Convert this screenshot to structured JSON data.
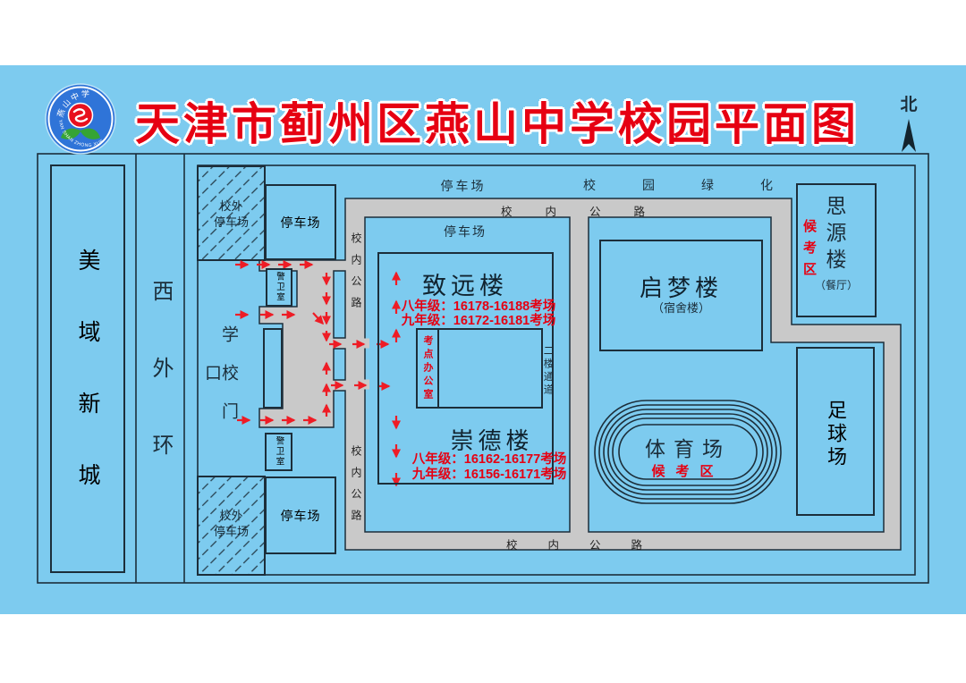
{
  "title": "天津市蓟州区燕山中学校园平面图",
  "compass": {
    "north_label": "北"
  },
  "logo": {
    "arc_top_text": "燕山中学",
    "arc_bottom_text": "YAN SHAN ZHONG XUE"
  },
  "colors": {
    "background": "#7dcbef",
    "road_gray": "#c9c9c9",
    "outline_ink": "#1c2e3a",
    "accent_red": "#e60012"
  },
  "surroundings": {
    "residential_block": "美域新城",
    "ring_road": "西外环"
  },
  "gate_area": {
    "school_gate": "学校门口",
    "guard_room_top": "警卫室",
    "guard_room_bottom": "警卫室"
  },
  "parking": {
    "external_top": "校外\n停车场",
    "external_bottom": "校外\n停车场",
    "lot_top": "停车场",
    "lot_bottom": "停车场",
    "lot_inner": "停车场",
    "band_lot": "停车场",
    "greenery": "校园绿化"
  },
  "roads": {
    "top": "校内公路",
    "left_upper": "校内公路",
    "left_lower": "校内公路",
    "bottom": "校内公路"
  },
  "buildings": {
    "zhiyuan": {
      "name": "致远楼",
      "grade8": "八年级：16178-16188考场",
      "grade9": "九年级：16172-16181考场"
    },
    "chongde": {
      "name": "崇德楼",
      "grade8": "八年级：16162-16177考场",
      "grade9": "九年级：16156-16171考场"
    },
    "exam_office": "考点办公室",
    "second_floor_passage": "二楼通道",
    "qimeng": {
      "name": "启梦楼",
      "subtitle": "（宿舍楼）"
    },
    "siyuan": {
      "name": "思源楼",
      "waiting_area": "候考区",
      "subtitle": "（餐厅）"
    },
    "stadium": {
      "name": "体育场",
      "waiting_area": "候考区"
    },
    "football_field": "足球场"
  }
}
